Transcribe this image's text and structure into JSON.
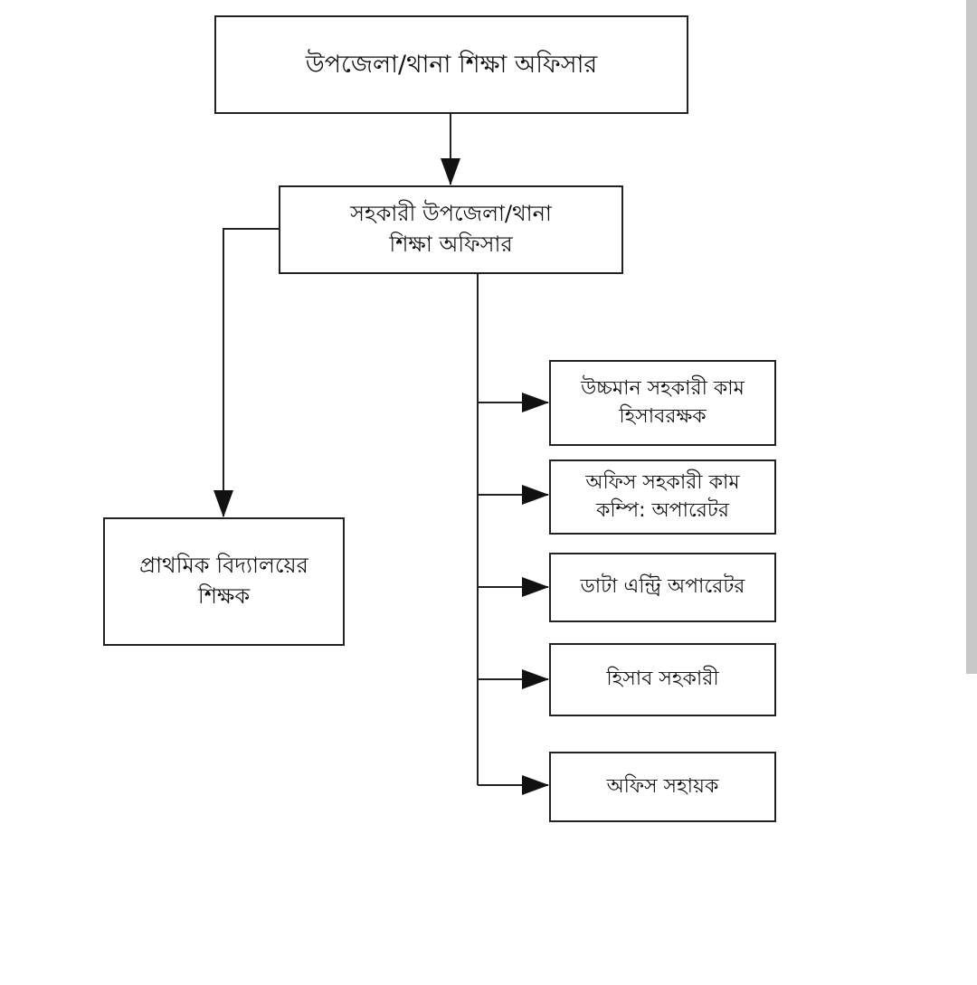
{
  "diagram": {
    "top": {
      "label": "উপজেলা/থানা শিক্ষা অফিসার"
    },
    "second": {
      "label": "সহকারী উপজেলা/থানা শিক্ষা অফিসার"
    },
    "left": {
      "label": "প্রাথমিক বিদ্যালয়ের শিক্ষক"
    },
    "staff": [
      {
        "label": "উচ্চমান সহকারী কাম হিসাবরক্ষক"
      },
      {
        "label": "অফিস সহকারী কাম কম্পি: অপারেটর"
      },
      {
        "label": "ডাটা এন্ট্রি অপারেটর"
      },
      {
        "label": "হিসাব সহকারী"
      },
      {
        "label": "অফিস সহায়ক"
      }
    ]
  }
}
